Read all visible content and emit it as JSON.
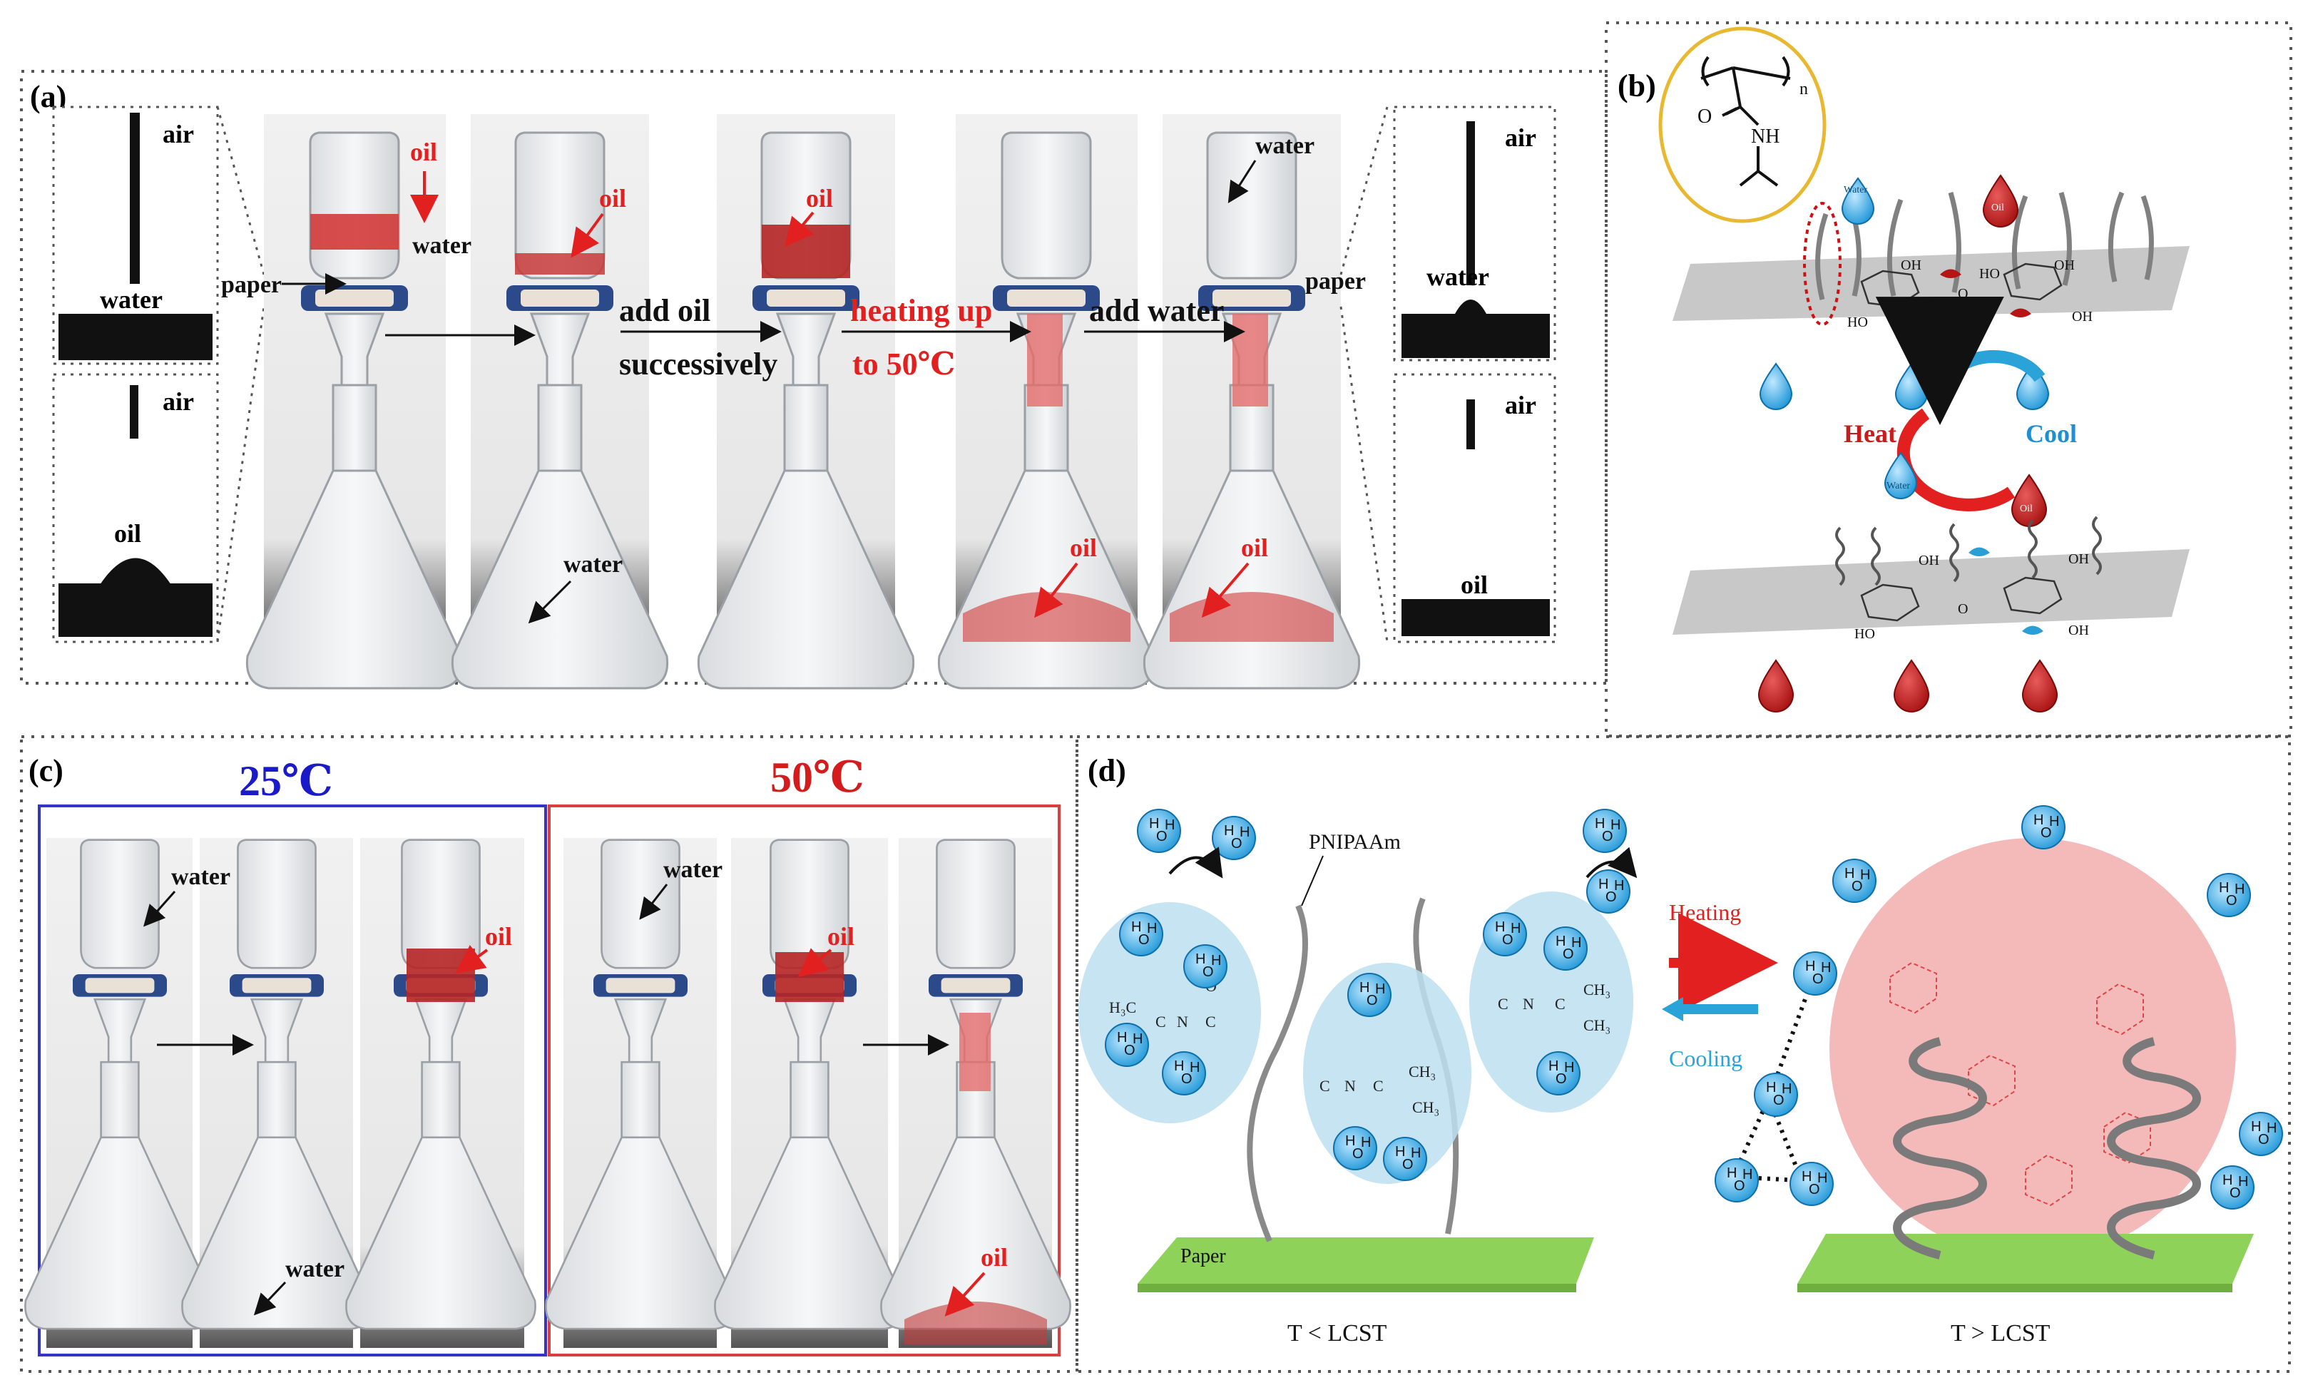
{
  "panels": {
    "a": {
      "label": "(a)",
      "insets": {
        "left_top": {
          "top": "air",
          "bottom": "water"
        },
        "left_bottom": {
          "top": "air",
          "bottom": "oil"
        },
        "right_top": {
          "top": "air",
          "bottom": "water"
        },
        "right_bottom": {
          "top": "air",
          "bottom": "oil"
        }
      },
      "photo_labels": {
        "p1_oil": "oil",
        "p1_water": "water",
        "paper_left": "paper",
        "p2_oil": "oil",
        "p2_water": "water",
        "p3_oil": "oil",
        "p4_oil": "oil",
        "p5_water": "water",
        "p5_oil": "oil",
        "paper_right": "paper"
      },
      "steps": {
        "add_oil_1": "add oil",
        "add_oil_2": "successively",
        "heat_1": "heating up",
        "heat_2": "to 50℃",
        "add_water": "add water"
      }
    },
    "b": {
      "label": "(b)",
      "structure_n": "n",
      "structure_o": "O",
      "structure_nh": "NH",
      "drop_water_1": "Water",
      "drop_oil_1": "Oil",
      "heat": "Heat",
      "cool": "Cool",
      "drop_water_2": "Water",
      "drop_oil_2": "Oil",
      "oh": "OH",
      "ho": "HO",
      "o": "O"
    },
    "c": {
      "label": "(c)",
      "t25": "25℃",
      "t50": "50℃",
      "water_1": "water",
      "water_2": "water",
      "oil_1": "oil",
      "water_3": "water",
      "oil_2": "oil",
      "oil_3": "oil"
    },
    "d": {
      "label": "(d)",
      "pnipaam": "PNIPAAm",
      "heating": "Heating",
      "cooling": "Cooling",
      "paper": "Paper",
      "t_low": "T < LCST",
      "t_high": "T > LCST",
      "water_molecule": "H-O-H"
    }
  }
}
